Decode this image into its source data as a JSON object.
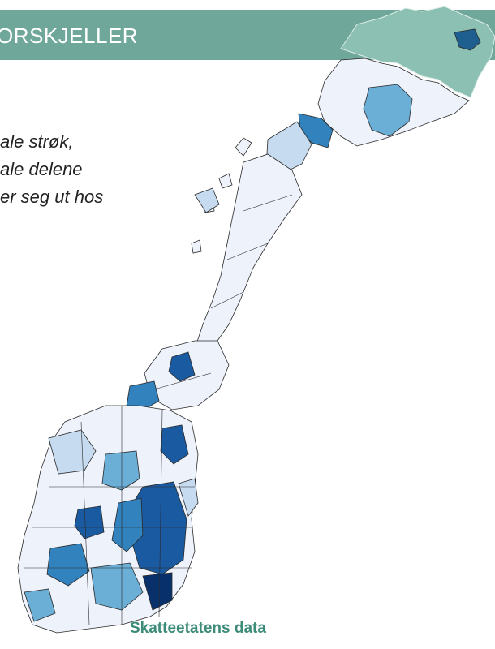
{
  "header": {
    "title": "ORSKJELLER"
  },
  "body": {
    "lines": [
      "ale strøk,",
      "ale delene",
      "er seg ut hos"
    ]
  },
  "map": {
    "source": "Skatteetatens data",
    "palette": {
      "lightest": "#eef2fb",
      "light": "#c6dbef",
      "medium": "#6baed6",
      "strong": "#3182bd",
      "dark": "#1a5aa0",
      "darkest": "#08306b",
      "outline": "#2a2a2a",
      "header": "#6fa89a",
      "source_text": "#3d8b79"
    }
  }
}
